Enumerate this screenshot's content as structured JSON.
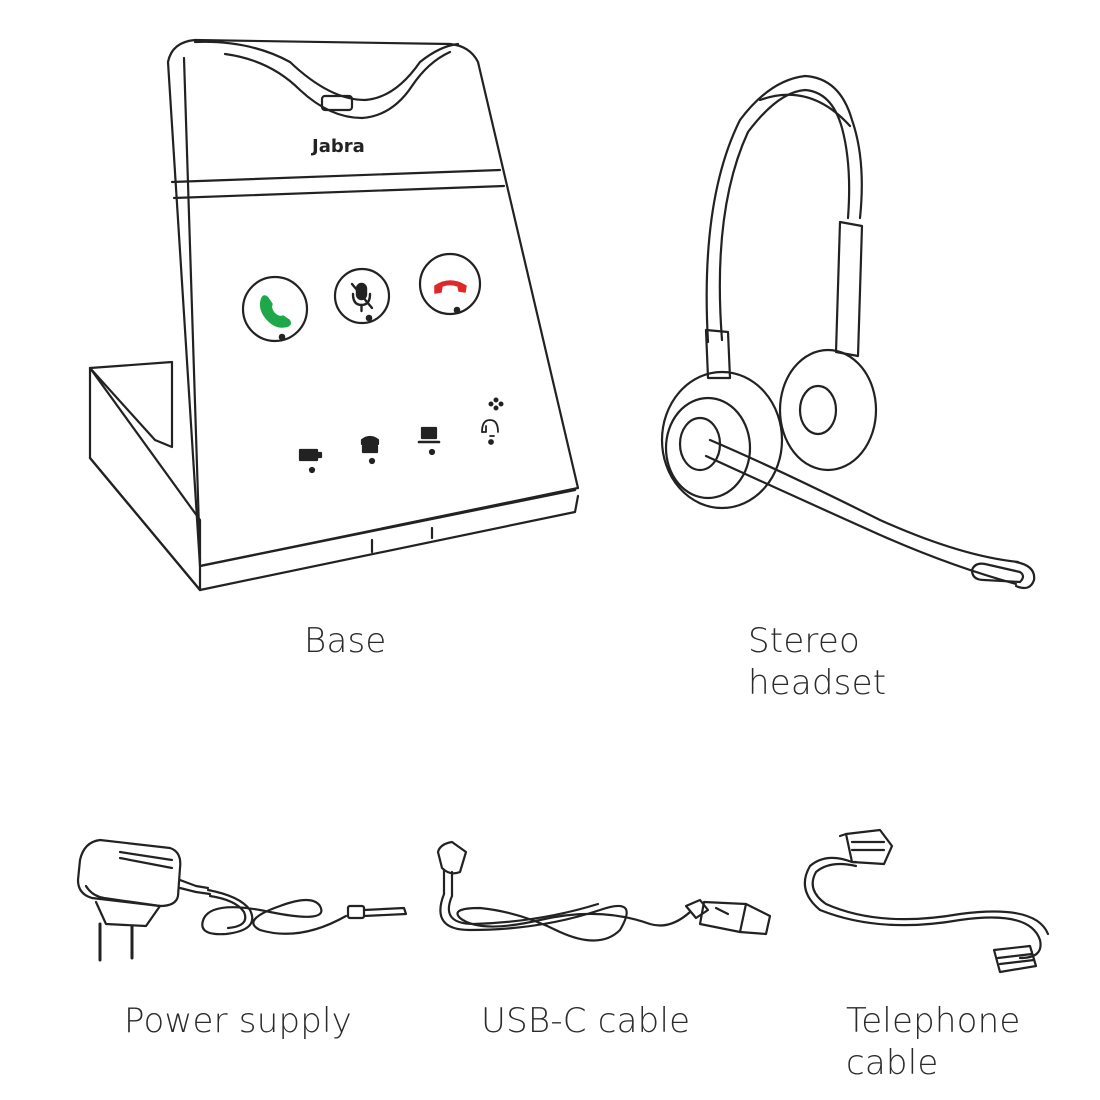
{
  "items": {
    "base": {
      "label": "Base",
      "brand": "Jabra"
    },
    "headset": {
      "line1": "Stereo",
      "line2": "headset"
    },
    "power": {
      "label": "Power supply"
    },
    "usb": {
      "label": "USB-C cable"
    },
    "phone": {
      "line1": "Telephone",
      "line2": "cable"
    }
  },
  "icons": [
    "answer-call-icon",
    "mute-mic-icon",
    "end-call-icon",
    "battery-icon",
    "desk-phone-icon",
    "computer-icon",
    "headset-status-icon"
  ],
  "colors": {
    "stroke": "#222222",
    "answer": "#1fa84a",
    "end": "#e02828"
  }
}
